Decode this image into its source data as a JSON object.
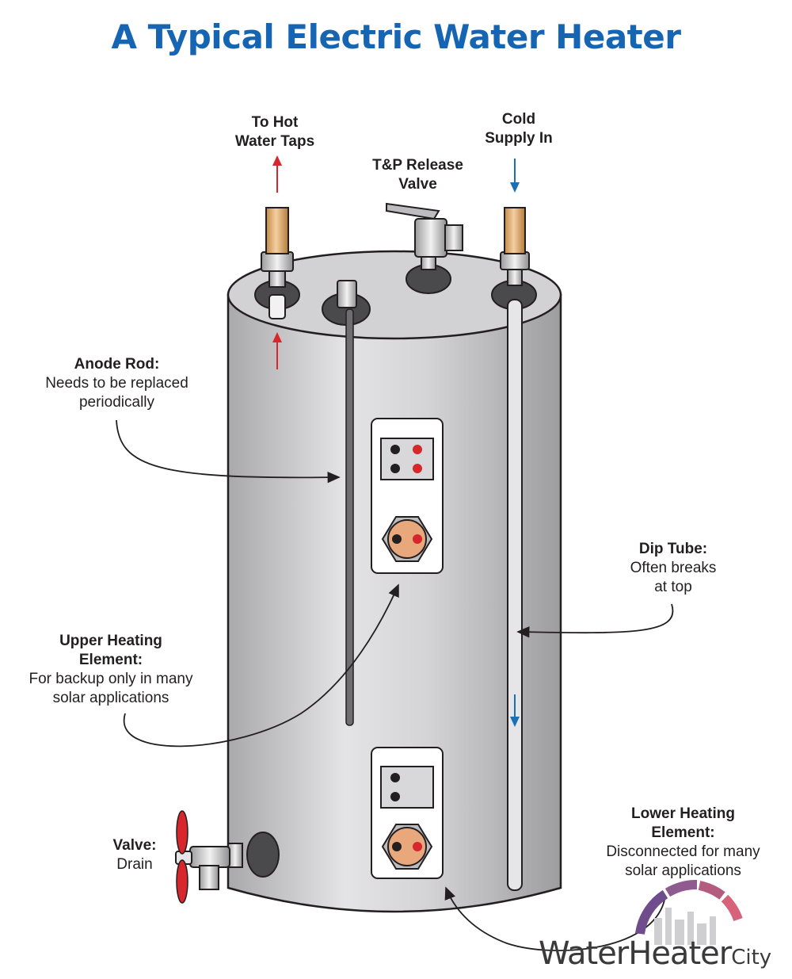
{
  "title": "A Typical Electric Water Heater",
  "labels": {
    "hot_taps": [
      "To Hot",
      "Water Taps"
    ],
    "cold_supply": [
      "Cold",
      "Supply In"
    ],
    "tp_valve": [
      "T&P Release",
      "Valve"
    ],
    "anode_rod": {
      "heading": "Anode Rod:",
      "lines": [
        "Needs to be replaced",
        "periodically"
      ]
    },
    "dip_tube": {
      "heading": "Dip Tube:",
      "lines": [
        "Often breaks",
        "at top"
      ]
    },
    "upper_element": {
      "heading": [
        "Upper Heating",
        "Element:"
      ],
      "lines": [
        "For backup only in many",
        "solar applications"
      ]
    },
    "lower_element": {
      "heading": [
        "Lower Heating",
        "Element:"
      ],
      "lines": [
        "Disconnected for many",
        "solar applications"
      ]
    },
    "drain_valve": {
      "heading": "Valve:",
      "lines": [
        "Drain"
      ]
    }
  },
  "logo": {
    "main": "WaterHeater",
    "suffix": "City"
  },
  "colors": {
    "title": "#1565b3",
    "hot_arrow": "#d7262c",
    "cold_arrow": "#1a6fb5",
    "tank_body": "#c9c9cb",
    "element_center": "#e8a87c",
    "drain_handle": "#d7262c"
  },
  "icons": [
    "hot-water-arrow-icon",
    "cold-water-arrow-icon",
    "drain-valve-handle-icon",
    "logo-skyline-icon"
  ]
}
